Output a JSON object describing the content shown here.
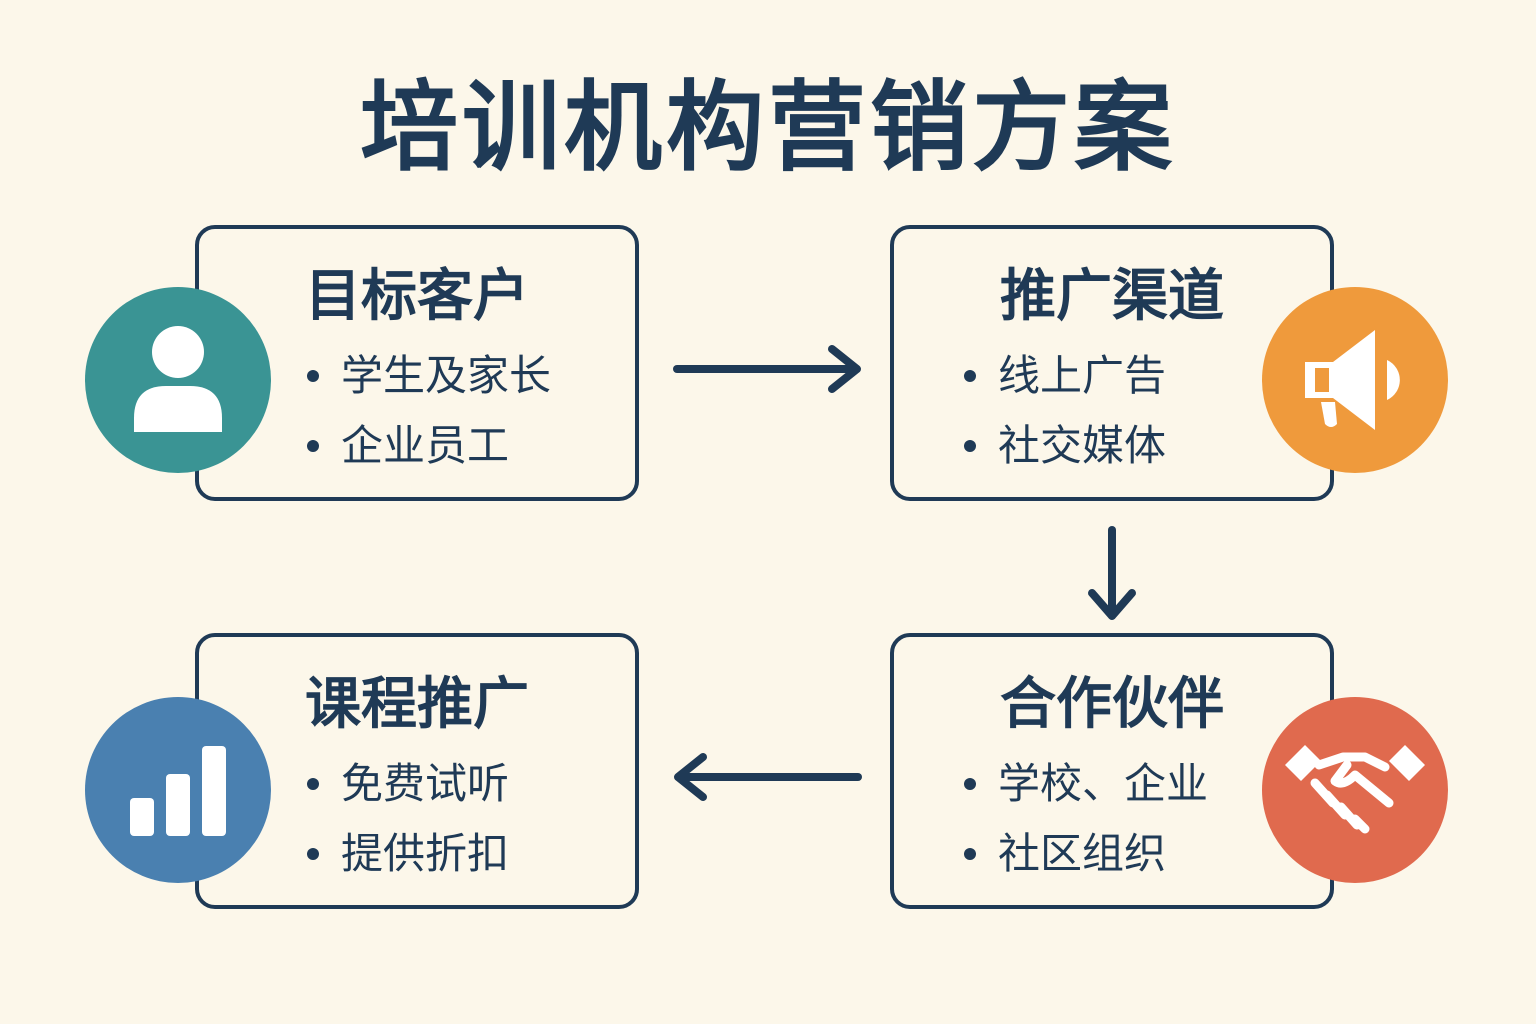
{
  "title": "培训机构营销方案",
  "colors": {
    "text": "#1f3a56",
    "background": "#fcf7ea",
    "teal": "#3a9494",
    "orange": "#ef9a3c",
    "blue": "#4a80b0",
    "red": "#e06a4e"
  },
  "cards": [
    {
      "heading": "目标客户",
      "items": [
        "学生及家长",
        "企业员工"
      ],
      "icon": "user-icon"
    },
    {
      "heading": "推广渠道",
      "items": [
        "线上广告",
        "社交媒体"
      ],
      "icon": "megaphone-icon"
    },
    {
      "heading": "课程推广",
      "items": [
        "免费试听",
        "提供折扣"
      ],
      "icon": "bar-chart-icon"
    },
    {
      "heading": "合作伙伴",
      "items": [
        "学校、企业",
        "社区组织"
      ],
      "icon": "handshake-icon"
    }
  ]
}
